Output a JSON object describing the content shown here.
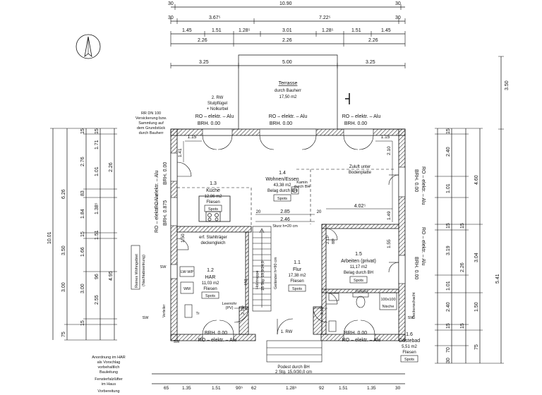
{
  "top_dims": {
    "row1": [
      "30",
      "10.90",
      "30"
    ],
    "row2": [
      "30",
      "3.67⁵",
      "7.22⁵",
      "30"
    ],
    "row3": [
      "1.45",
      "1.51",
      "1.28⁵",
      "3.01",
      "1.28⁵",
      "1.51",
      "1.45"
    ],
    "row3b": [
      "2.26",
      "2.26",
      "2.26"
    ],
    "row4": [
      "3.25",
      "5.00",
      "3.25"
    ]
  },
  "bottom_dims": [
    "65",
    "1.35",
    "1.51",
    "90⁵",
    "62",
    "1.28⁵",
    "92",
    "1.51",
    "1.35",
    "30"
  ],
  "terrace": {
    "title": "Terrasse",
    "line1": "durch Bauherr",
    "line2": "17,50 m2"
  },
  "right_far": [
    "3.50"
  ],
  "right_dims_a": [
    "15",
    "2.40",
    "1.01",
    "15",
    "3.19",
    "15",
    "2.26",
    "1.01",
    "15",
    "2.40",
    "15",
    "70",
    "30"
  ],
  "right_dims_b": [
    "4.60",
    "3.04",
    "5.41",
    "1.50",
    "75"
  ],
  "left_dims_a": [
    "10.01"
  ],
  "left_dims_b": [
    "6.26",
    "3.50",
    "3.00",
    "75"
  ],
  "left_dims_c": [
    "15",
    "2.76",
    "83",
    "1.84",
    "15",
    "1.66",
    "3.00",
    "15"
  ],
  "left_dims_d": [
    "15",
    "1.71",
    "2.26",
    "1.01",
    "1.38⁵",
    "1.51",
    "96",
    "4.95",
    "2.55"
  ],
  "rooms": {
    "wohnen": {
      "no": "1.4",
      "name": "Wohnen/Essen",
      "area": "43,38 m2",
      "floor": "Belag durch BH",
      "spots": "Spots"
    },
    "kueche": {
      "no": "1.3",
      "name": "Küche",
      "area": "12,86 m2",
      "floor": "Fliesen",
      "spots": "Spots"
    },
    "har": {
      "no": "1.2",
      "name": "HAR",
      "area": "11,03 m2",
      "floor": "Fliesen",
      "spots": "Spots"
    },
    "flur": {
      "no": "1.1",
      "name": "Flur",
      "area": "17,38 m2",
      "floor": "Fliesen",
      "spots": "Spots"
    },
    "arbeiten": {
      "no": "1.5",
      "name": "Arbeiten (privat)",
      "area": "11,17 m2",
      "floor": "Belag durch BH",
      "spots": "Spots"
    },
    "gaestebad": {
      "no": "1.6",
      "name": "Gästebad",
      "area": "5,51 m2",
      "floor": "Fliesen",
      "spots": "Spots"
    }
  },
  "annotations": {
    "rw2": "2. RW",
    "stulp": "Stulpflügel",
    "nolk": "+ Nolkurbel",
    "rr1": "RR DN 100",
    "rr2": "Versickerung bzw.",
    "rr3": "Sammlung auf",
    "rr4": "dem Grundstück",
    "rr5": "durch Bauherr",
    "ro_alu": "RO – elektr. – Alu",
    "brh000": "BRH. 0.00",
    "brh0875": "BRH. 0.875",
    "kamin1": "Kamin",
    "kamin2": "durch BH",
    "zuluft1": "Zuluft unter",
    "zuluft2": "Bodenplatte",
    "stahl1": "erf. Stahlträger",
    "stahl2": "deckengleich",
    "sturz": "Sturz h=20 cm",
    "d285": "2.85",
    "d246": "2.46",
    "d20a": "20",
    "d20b": "20",
    "d4025": "4.02⁵",
    "d149": "1.49",
    "d155": "1.55",
    "d210": "2.10",
    "d115a": "1.15",
    "d115b": "1.15",
    "d141": "1.41",
    "d150": "1.50",
    "d2135a": "2.13⁵",
    "d2135b": "2.13⁵",
    "d2135c": "2.13⁵",
    "d885": "88⁵",
    "holztreppe1": "Holztreppe",
    "holztreppe2": "15 Stg. 19,9/24,0",
    "gelaender": "Geländer h=90 cm",
    "rw1": "1. RW",
    "podest1": "Podest durch BH",
    "podest2": "2 Stg. 15,0/30,0 cm",
    "lwwp": "LW-WP",
    "wm": "WM",
    "tr": "Tr",
    "hvl": "HVL",
    "verteiler": "Verteiler",
    "leerrohr1": "Leerrohr",
    "leerrohr2": "(PV)",
    "nische1": "100x100",
    "nische2": "Nische",
    "deckenschacht": "Deckenschacht",
    "vorwand": "Vorwand",
    "reines1": "Reines Wohngebiet",
    "reines2": "(Nachtabsenkung)",
    "sw": "SW",
    "sw_small": "SW"
  },
  "notes": [
    "Anordnung im HAR",
    "als Vorschlag",
    "vorbehaltlich",
    "Bauleitung",
    "Fensterfalzlüfter",
    "im Haus",
    "Vorbereitung"
  ]
}
